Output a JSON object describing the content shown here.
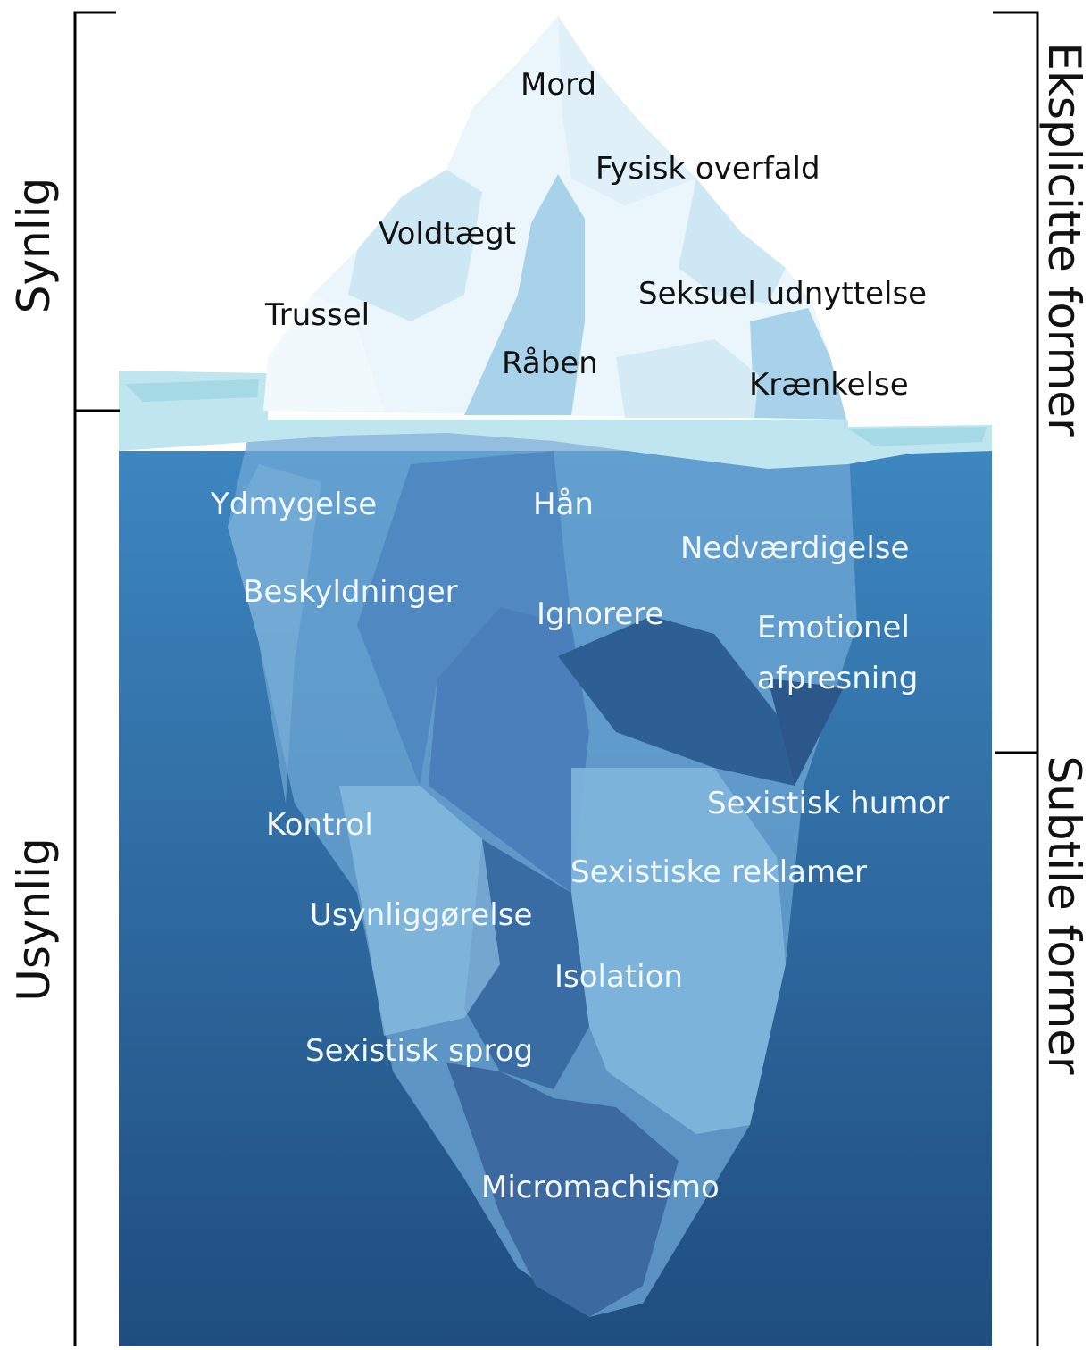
{
  "left_labels": {
    "visible": "Synlig",
    "invisible": "Usynlig"
  },
  "right_labels": {
    "explicit": "Eksplicitte former",
    "subtle": "Subtile former"
  },
  "above_water": [
    "Mord",
    "Fysisk overfald",
    "Voldtægt",
    "Seksuel udnyttelse",
    "Trussel",
    "Råben",
    "Krænkelse"
  ],
  "below_water": [
    "Ydmygelse",
    "Hån",
    "Nedværdigelse",
    "Beskyldninger",
    "Ignorere",
    "Emotionel",
    "afpresning",
    "Sexistisk humor",
    "Kontrol",
    "Sexistiske reklamer",
    "Usynliggørelse",
    "Isolation",
    "Sexistisk sprog",
    "Micromachismo"
  ],
  "colors": {
    "sea_top": "#3d86c0",
    "sea_bottom": "#1f4d7f",
    "ice_light": "#eaf6fb",
    "ice_mid": "#cde8f4",
    "ice_shadow": "#a8d2ea",
    "surface_water": "#bfe5ee",
    "underwater_ice": "#6fa8d5",
    "underwater_dark": "#2e5f92",
    "bracket": "#000000"
  }
}
